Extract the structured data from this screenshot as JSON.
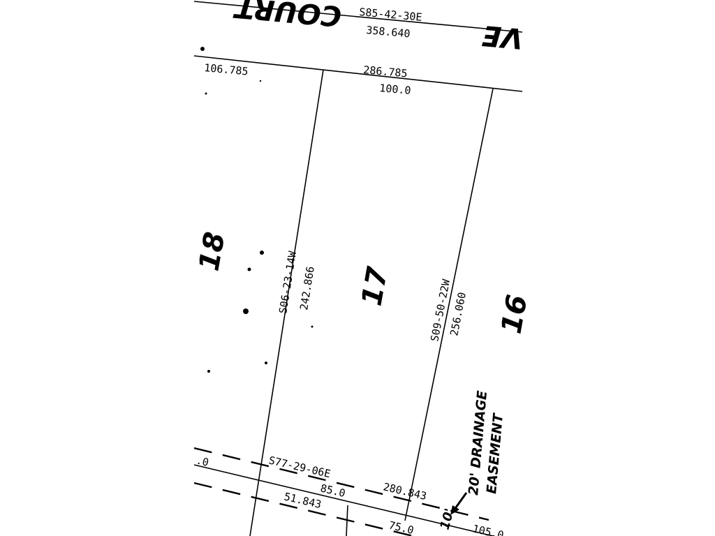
{
  "plat": {
    "street_name": "COURT",
    "street_name_partial": "VE",
    "top_bearing": "S85-42-30E",
    "top_distance": "358.640",
    "front_left": "106.785",
    "front_mid": "286.785",
    "lot17_front": "100.0",
    "lots": [
      "18",
      "17",
      "16"
    ],
    "line_left_bearing": "S06-23-14W",
    "line_left_distance": "242.866",
    "line_right_bearing": "S09-50-22W",
    "line_right_distance": "256.060",
    "rear_bearing": "S77-29-06E",
    "rear_lot17": "85.0",
    "rear_cumulative": "280.843",
    "rear_left": "51.843",
    "rear_left_edge": ".0",
    "lower_lot": "75.0",
    "lower_right": "105.0",
    "easement_width": "10'",
    "easement_label_1": "20' DRAINAGE",
    "easement_label_2": "EASEMENT"
  }
}
